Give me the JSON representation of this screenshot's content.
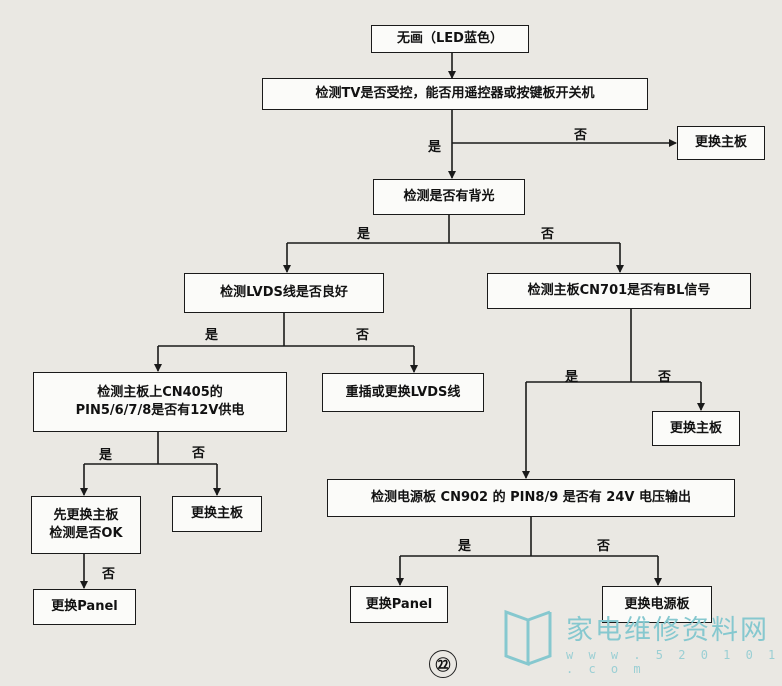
{
  "nodes": {
    "start": "无画（LED蓝色）",
    "check_tv_control": "检测TV是否受控，能否用遥控器或按键板开关机",
    "replace_mainboard_1": "更换主板",
    "check_backlight": "检测是否有背光",
    "check_lvds_cable": "检测LVDS线是否良好",
    "check_bl_signal": "检测主板CN701是否有BL信号",
    "check_cn405_line1": "检测主板上CN405的",
    "check_cn405_line2": "PIN5/6/7/8是否有12V供电",
    "replug_lvds": "重插或更换LVDS线",
    "replace_mainboard_2": "更换主板",
    "check_psu_24v": "检测电源板 CN902 的 PIN8/9 是否有 24V 电压输出",
    "replace_mainboard_first_line1": "先更换主板",
    "replace_mainboard_first_line2": "检测是否OK",
    "replace_mainboard_3": "更换主板",
    "replace_panel_1": "更换Panel",
    "replace_panel_2": "更换Panel",
    "replace_psu": "更换电源板"
  },
  "edge_labels": {
    "yes": "是",
    "no": "否"
  },
  "page_number": "㉒",
  "watermark": {
    "text": "家电维修资料网",
    "url": "w w w . 5 2 0 1 0 1 . c o m"
  },
  "colors": {
    "line": "#1a1a1a",
    "box_fill": "#fbfbf9",
    "paper": "#eae8e3",
    "watermark": "#86c8cf"
  }
}
